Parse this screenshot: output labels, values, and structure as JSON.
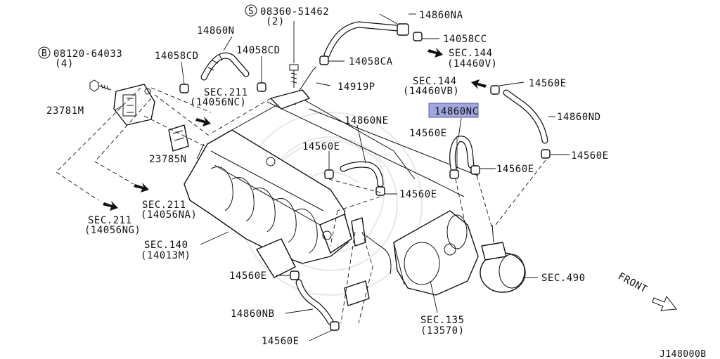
{
  "diagram": {
    "highlight_part": "14860NC",
    "footer_code": "J148000B",
    "front_label": "FRONT",
    "callouts": {
      "c_08360": "08360-51462",
      "c_08360_qty": "(2)",
      "c_s_symbol": "S",
      "c_b_symbol": "B",
      "c_08120": "08120-64033",
      "c_08120_qty": "(4)",
      "c_14860NA": "14860NA",
      "c_14058CC": "14058CC",
      "c_sec144a": "SEC.144",
      "c_sec144a_ref": "(14460V)",
      "c_14860N": "14860N",
      "c_14058CD_a": "14058CD",
      "c_14058CD_b": "14058CD",
      "c_14058CA": "14058CA",
      "c_14919P": "14919P",
      "c_sec144b": "SEC.144",
      "c_sec144b_ref": "(14460VB)",
      "c_14560E_a": "14560E",
      "c_sec211a": "SEC.211",
      "c_sec211a_ref": "(14056NC)",
      "c_23781M": "23781M",
      "c_14860NC": "14860NC",
      "c_14860ND": "14860ND",
      "c_14860NE": "14860NE",
      "c_14560E_b": "14560E",
      "c_14560E_c": "14560E",
      "c_14560E_d": "14560E",
      "c_14560E_e": "14560E",
      "c_23785N": "23785N",
      "c_14560E_f": "14560E",
      "c_sec211b": "SEC.211",
      "c_sec211b_ref": "(14056NA)",
      "c_sec211c": "SEC.211",
      "c_sec211c_ref": "(14056NG)",
      "c_sec140": "SEC.140",
      "c_sec140_ref": "(14013M)",
      "c_14560E_g": "14560E",
      "c_sec490": "SEC.490",
      "c_14860NB": "14860NB",
      "c_sec135": "SEC.135",
      "c_sec135_ref": "(13570)",
      "c_14560E_h": "14560E"
    }
  }
}
